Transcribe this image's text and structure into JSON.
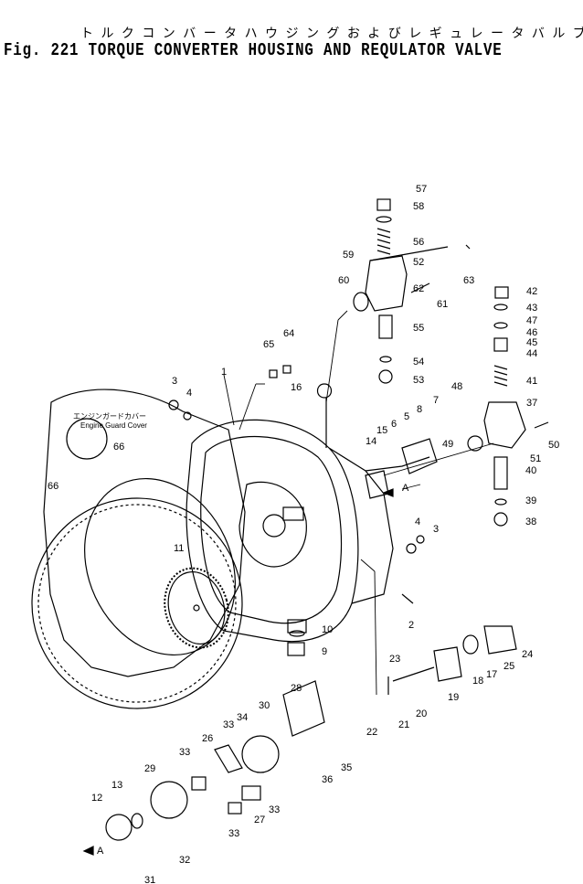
{
  "title_jp": "ト ル ク コ ン バ ー タ  ハ ウ ジ ン グ  お よ び レ ギ ュ レ ー タ  バ ル ブ",
  "title_en": "Fig. 221 TORQUE CONVERTER HOUSING AND REQULATOR VALVE",
  "cover_label_jp": "エンジンガードカバー",
  "cover_label_en": "Engine Guard Cover",
  "arrow_label": "A",
  "part_numbers": [
    "1",
    "2",
    "3",
    "4",
    "5",
    "6",
    "7",
    "8",
    "9",
    "10",
    "11",
    "12",
    "13",
    "14",
    "15",
    "16",
    "17",
    "18",
    "19",
    "20",
    "21",
    "22",
    "23",
    "24",
    "25",
    "26",
    "27",
    "28",
    "29",
    "30",
    "31",
    "32",
    "33",
    "34",
    "35",
    "36",
    "37",
    "38",
    "39",
    "40",
    "41",
    "42",
    "43",
    "44",
    "45",
    "46",
    "47",
    "48",
    "49",
    "50",
    "51",
    "52",
    "53",
    "54",
    "55",
    "56",
    "57",
    "58",
    "59",
    "60",
    "61",
    "62",
    "63",
    "64",
    "65",
    "66"
  ]
}
